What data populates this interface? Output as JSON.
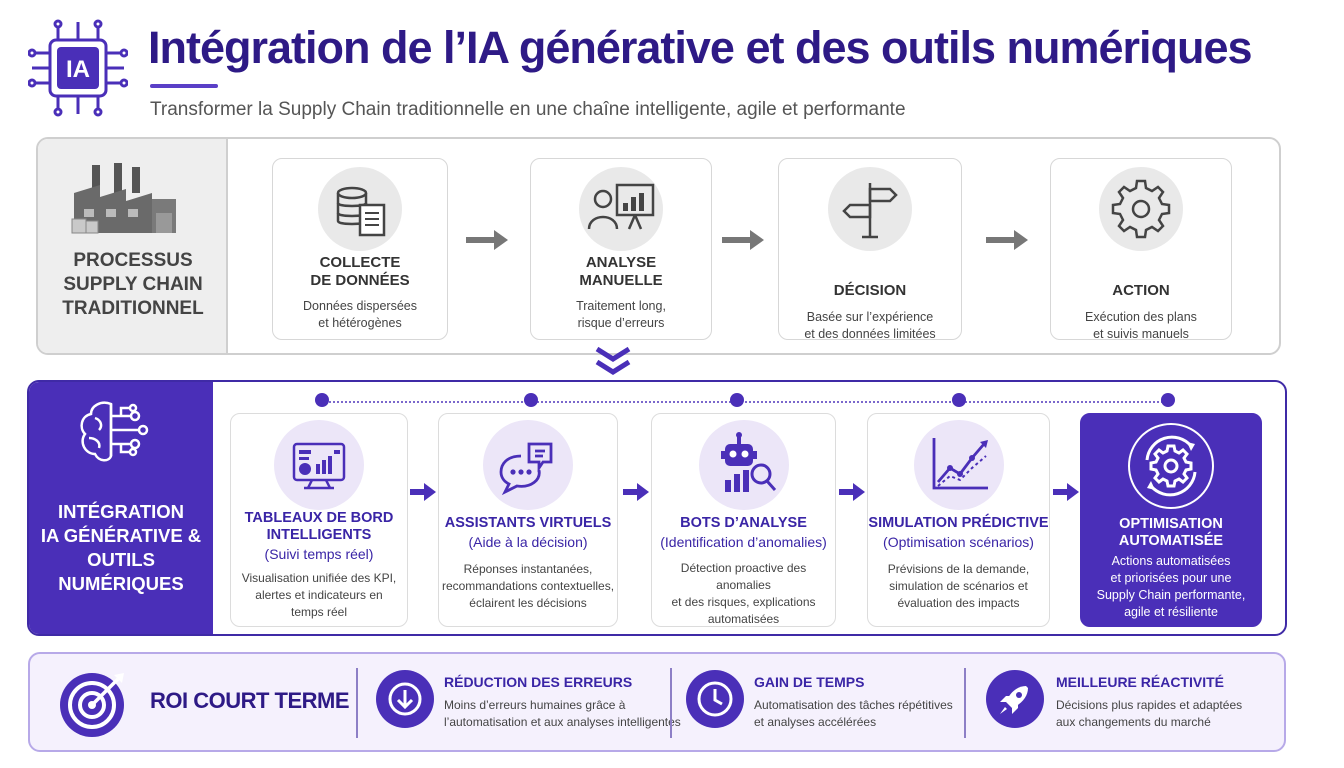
{
  "header": {
    "logo_text": "IA",
    "title": "Intégration de l’IA générative et des outils numériques",
    "subtitle": "Transformer la Supply Chain traditionnelle en une chaîne intelligente, agile et performante"
  },
  "traditional": {
    "label_lines": [
      "PROCESSUS",
      "SUPPLY CHAIN",
      "TRADITIONNEL"
    ],
    "steps": [
      {
        "icon": "database-document-icon",
        "title_lines": [
          "COLLECTE",
          "DE DONNÉES"
        ],
        "desc_lines": [
          "Données dispersées",
          "et hétérogènes"
        ]
      },
      {
        "icon": "presenter-chart-icon",
        "title_lines": [
          "ANALYSE",
          "MANUELLE"
        ],
        "desc_lines": [
          "Traitement long,",
          "risque d’erreurs"
        ]
      },
      {
        "icon": "signpost-icon",
        "title_lines": [
          "DÉCISION"
        ],
        "desc_lines": [
          "Basée sur l’expérience",
          "et des données limitées"
        ]
      },
      {
        "icon": "gear-icon",
        "title_lines": [
          "ACTION"
        ],
        "desc_lines": [
          "Exécution des plans",
          "et suivis manuels"
        ]
      }
    ]
  },
  "ai": {
    "label_lines": [
      "INTÉGRATION",
      "IA GÉNÉRATIVE &",
      "OUTILS NUMÉRIQUES"
    ],
    "steps": [
      {
        "icon": "dashboard-icon",
        "title_lines": [
          "TABLEAUX DE BORD",
          "INTELLIGENTS"
        ],
        "sub": "(Suivi temps réel)",
        "desc_lines": [
          "Visualisation unifiée des KPI,",
          "alertes et indicateurs en",
          "temps réel"
        ]
      },
      {
        "icon": "chat-bubbles-icon",
        "title_lines": [
          "ASSISTANTS VIRTUELS"
        ],
        "sub": "(Aide à la décision)",
        "desc_lines": [
          "Réponses instantanées,",
          "recommandations contextuelles,",
          "éclairent les décisions"
        ]
      },
      {
        "icon": "robot-analysis-icon",
        "title_lines": [
          "BOTS D’ANALYSE"
        ],
        "sub": "(Identification d’anomalies)",
        "desc_lines": [
          "Détection proactive des anomalies",
          "et des risques, explications",
          "automatisées"
        ]
      },
      {
        "icon": "trend-chart-icon",
        "title_lines": [
          "SIMULATION PRÉDICTIVE"
        ],
        "sub": "(Optimisation scénarios)",
        "desc_lines": [
          "Prévisions de la demande,",
          "simulation de scénarios et",
          "évaluation des impacts"
        ]
      },
      {
        "icon": "automation-gear-icon",
        "title_lines": [
          "OPTIMISATION",
          "AUTOMATISÉE"
        ],
        "sub": "",
        "desc_lines": [
          "Actions automatisées",
          "et priorisées pour une",
          "Supply Chain performante,",
          "agile et résiliente"
        ]
      }
    ]
  },
  "roi": {
    "title": "ROI COURT TERME",
    "benefits": [
      {
        "icon": "arrow-down-circle-icon",
        "title": "RÉDUCTION DES ERREURS",
        "desc_lines": [
          "Moins d’erreurs humaines grâce à",
          "l’automatisation et aux analyses intelligentes"
        ]
      },
      {
        "icon": "clock-icon",
        "title": "GAIN DE TEMPS",
        "desc_lines": [
          "Automatisation des tâches répétitives",
          "et analyses accélérées"
        ]
      },
      {
        "icon": "rocket-icon",
        "title": "MEILLEURE RÉACTIVITÉ",
        "desc_lines": [
          "Décisions plus rapides et adaptées",
          "aux changements du marché"
        ]
      }
    ]
  },
  "colors": {
    "primary": "#4a2fb8",
    "title": "#2e1a86",
    "light": "#ece6f8",
    "grey": "#e9e9e9"
  }
}
